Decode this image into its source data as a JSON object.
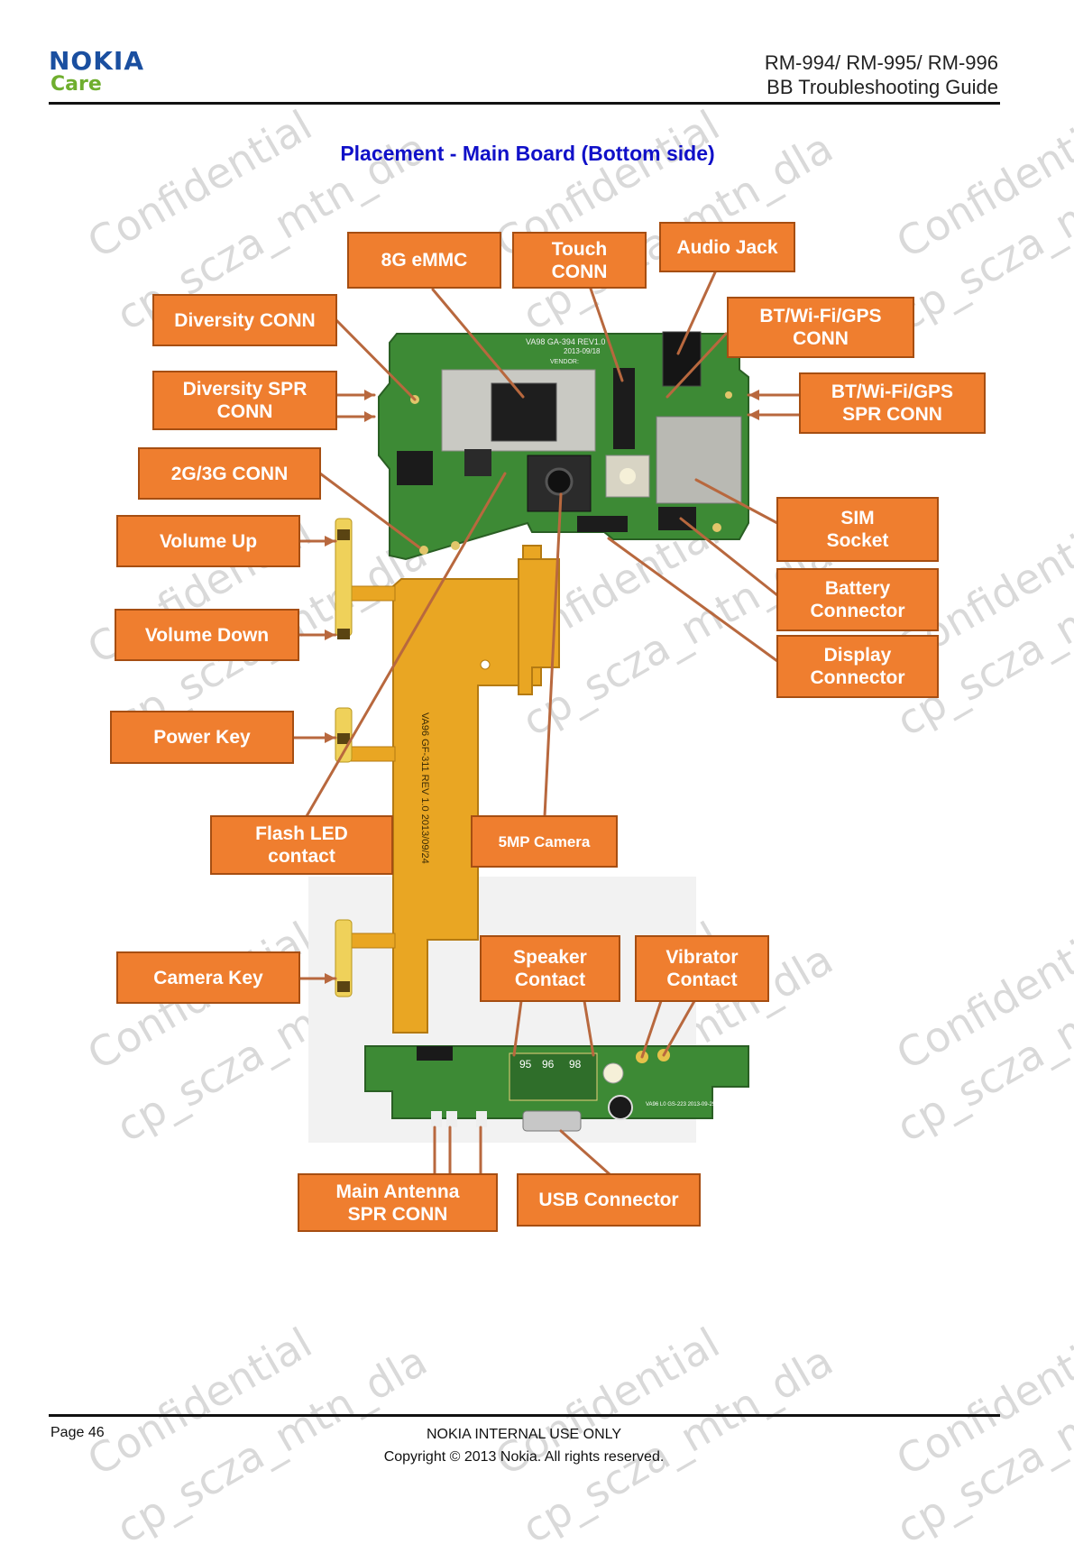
{
  "header": {
    "brand": "NOKIA",
    "sub_brand": "Care",
    "model_line": "RM-994/ RM-995/ RM-996",
    "guide_line": "BB Troubleshooting Guide"
  },
  "title": "Placement - Main Board (Bottom side)",
  "labels": {
    "emmc": "8G eMMC",
    "touch_conn": "Touch\nCONN",
    "audio_jack": "Audio Jack",
    "diversity_conn": "Diversity CONN",
    "bt_wifi_gps_conn": "BT/Wi-Fi/GPS\nCONN",
    "diversity_spr_conn": "Diversity SPR\nCONN",
    "bt_wifi_gps_spr_conn": "BT/Wi-Fi/GPS\nSPR CONN",
    "conn_2g3g": "2G/3G CONN",
    "sim_socket": "SIM\nSocket",
    "volume_up": "Volume Up",
    "battery_connector": "Battery\nConnector",
    "volume_down": "Volume Down",
    "display_connector": "Display\nConnector",
    "power_key": "Power Key",
    "flash_led": "Flash LED\ncontact",
    "camera_5mp": "5MP Camera",
    "camera_key": "Camera Key",
    "speaker_contact": "Speaker\nContact",
    "vibrator_contact": "Vibrator\nContact",
    "main_antenna_spr": "Main Antenna\nSPR CONN",
    "usb_connector": "USB Connector"
  },
  "board_print": {
    "main_board_id": "VA98 GA-394 REV1.0",
    "main_board_date": "2013-09/18",
    "vendor": "VENDOR:",
    "flex_id": "VA96 GF-311 REV 1.0 2013/09/24",
    "sub_board_marks": [
      "95",
      "96",
      "98"
    ],
    "sub_board_id": "VA96 L0 GS-223 2013-09-25"
  },
  "watermark": [
    "Confidential",
    "cp_scza_mtn_dla"
  ],
  "footer": {
    "page": "Page 46",
    "classification": "NOKIA INTERNAL USE ONLY",
    "copyright": "Copyright © 2013 Nokia. All rights reserved."
  },
  "colors": {
    "callout_fill": "#ef7e2f",
    "callout_border": "#a64e12",
    "pcb_green": "#3d8a35",
    "flex_orange": "#e9a623",
    "title_blue": "#1010c8",
    "leader_line": "#b8683e"
  }
}
